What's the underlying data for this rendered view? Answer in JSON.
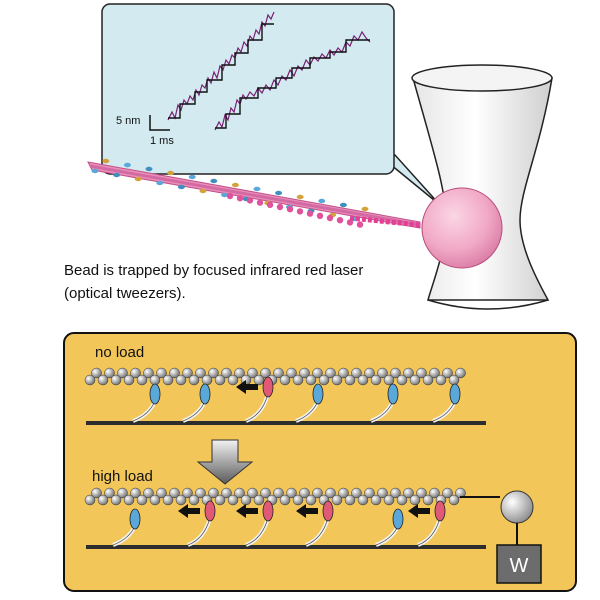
{
  "inset": {
    "scale_y": "5 nm",
    "scale_x": "1 ms"
  },
  "caption": {
    "line1": "Bead is trapped by focused infrared red laser",
    "line2": "(optical tweezers)."
  },
  "panel": {
    "no_load": "no load",
    "high_load": "high load",
    "weight": "W"
  },
  "colors": {
    "inset_bg": "#d3eaf1",
    "panel_bg": "#f3c65a",
    "trace": "#7a1f74",
    "bead": "#f1a9c6",
    "myosin_blue": "#5aa7d9",
    "myosin_red": "#e05a78"
  }
}
